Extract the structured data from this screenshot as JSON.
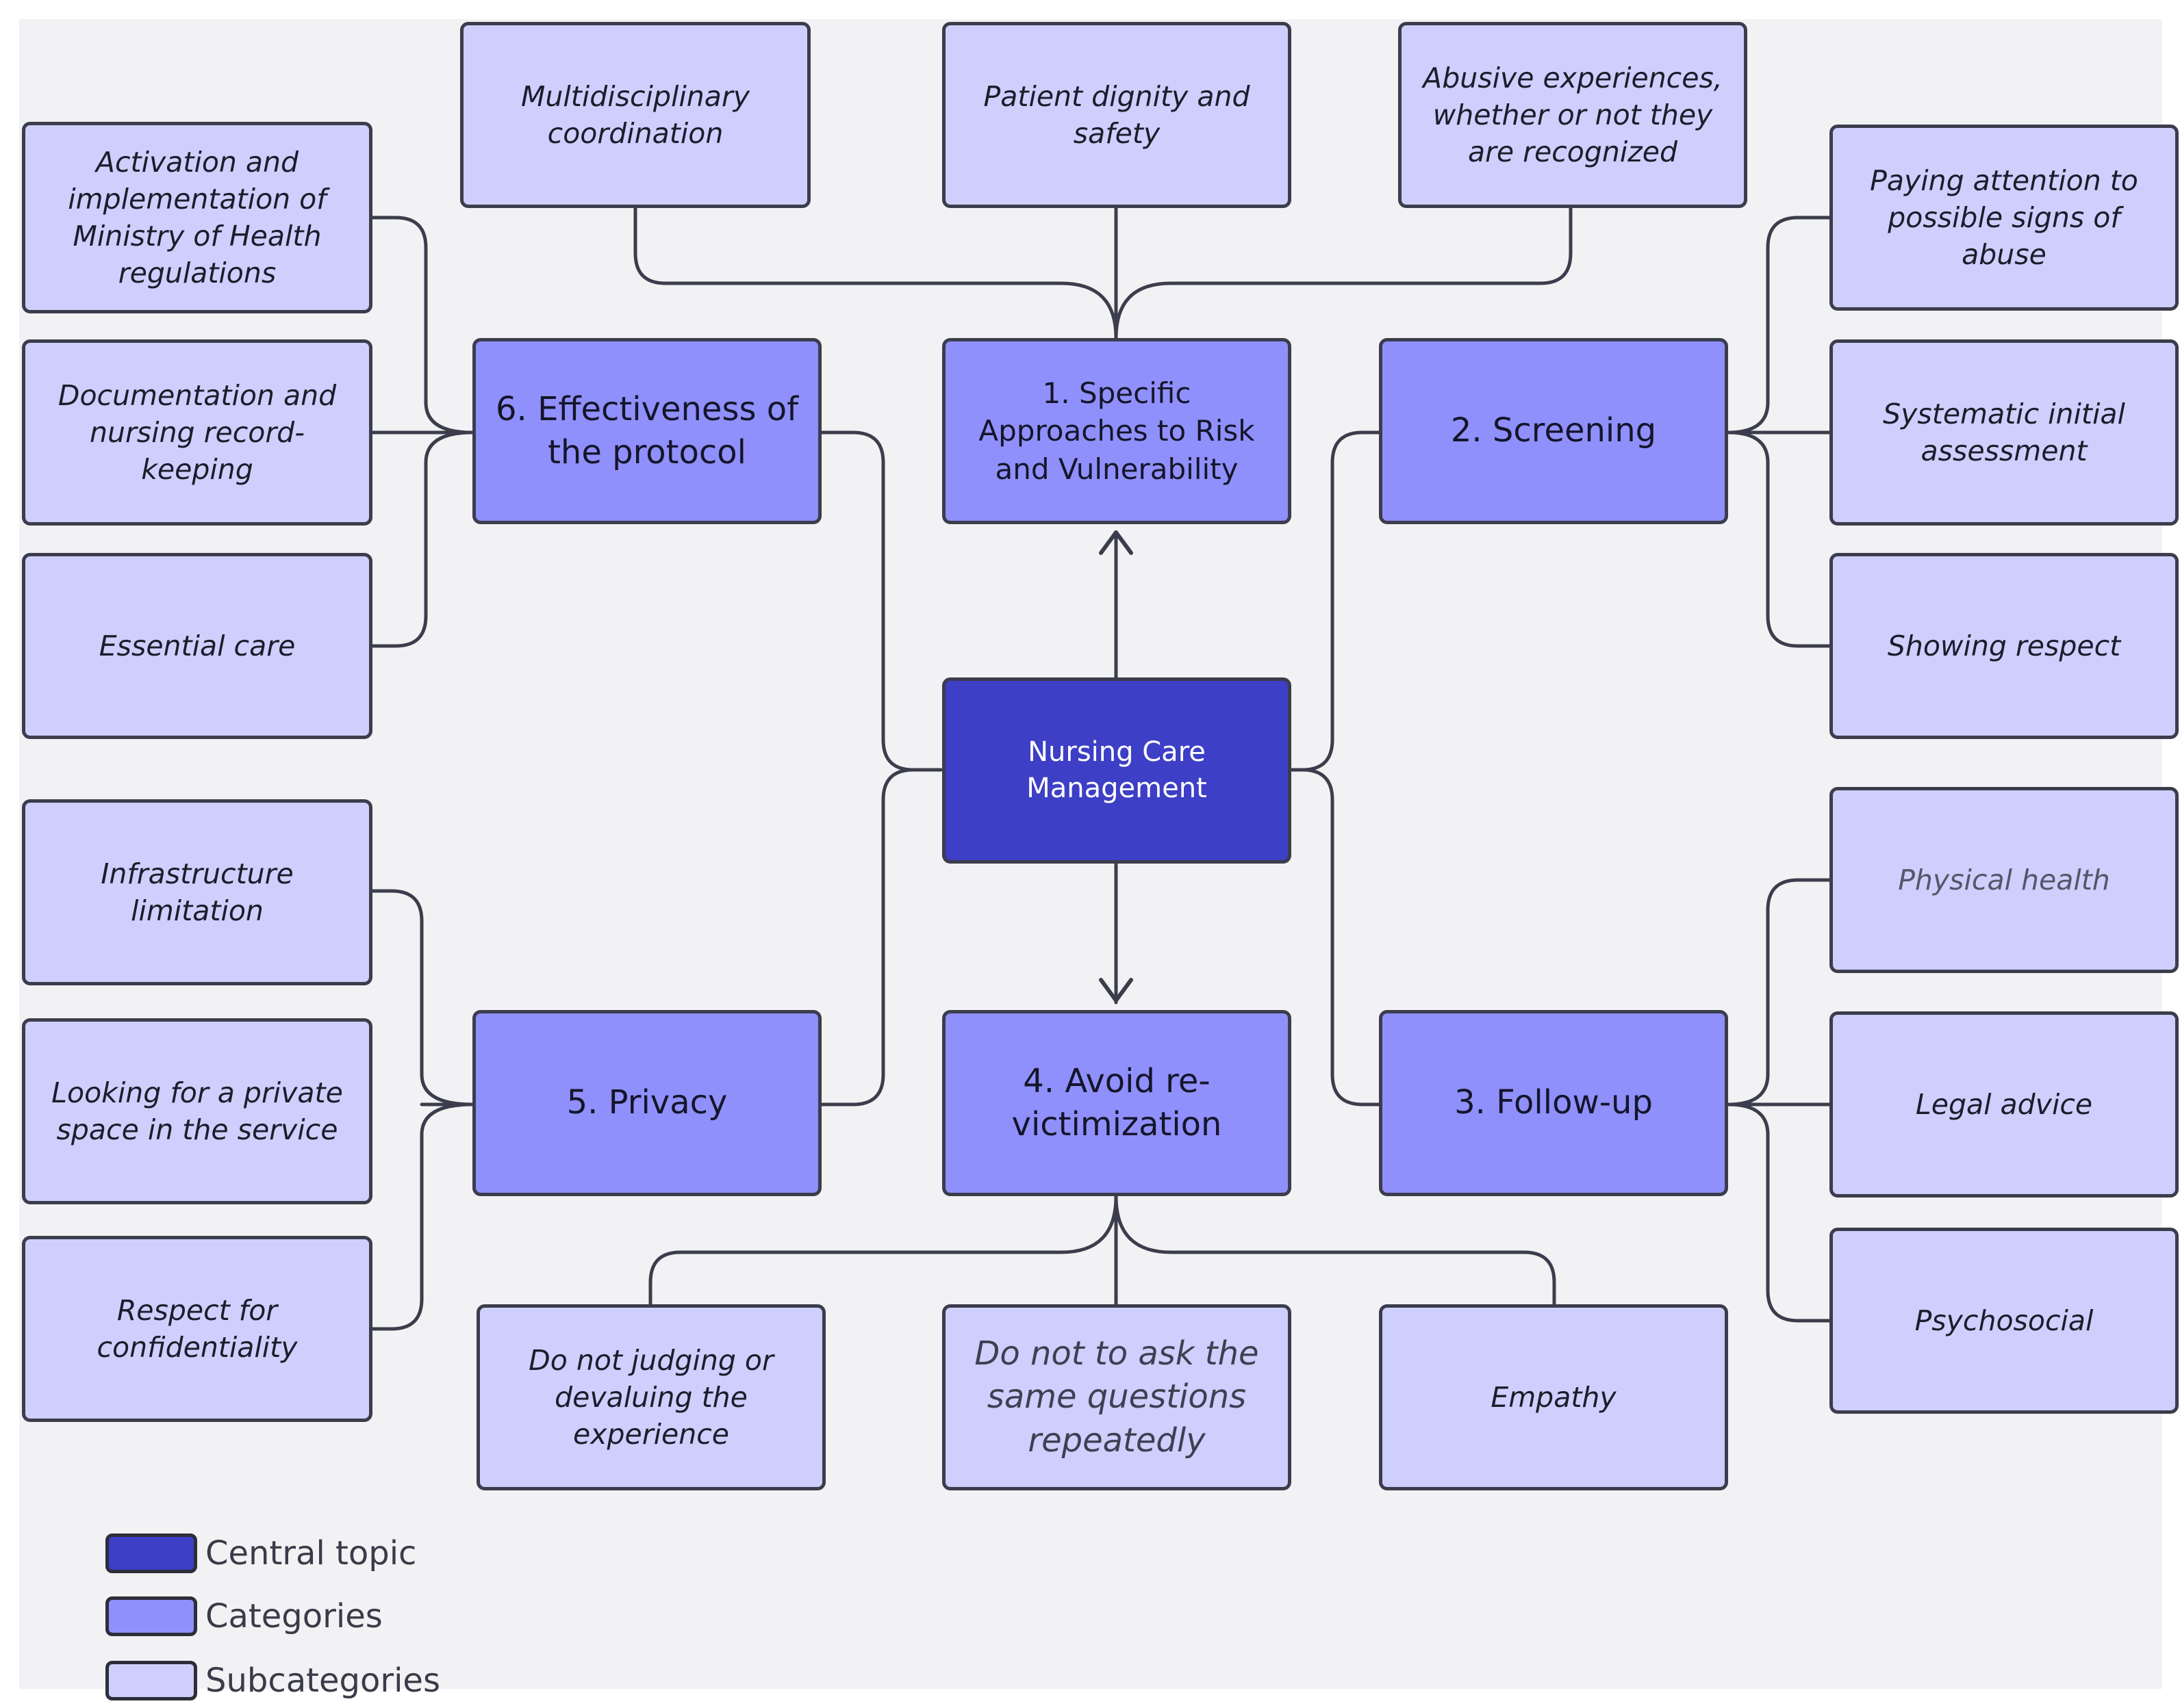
{
  "central": {
    "label": "Nursing Care Management",
    "color": "#3d3fc6"
  },
  "categories": [
    {
      "label": "1. Specific Approaches to Risk and Vulnerability"
    },
    {
      "label": "2. Screening"
    },
    {
      "label": "3. Follow-up"
    },
    {
      "label": "4. Avoid re-victimization"
    },
    {
      "label": "5. Privacy"
    },
    {
      "label": "6. Effectiveness of the protocol"
    }
  ],
  "subcategories": {
    "cat1": [
      "Multidisciplinary coordination",
      "Patient dignity and safety",
      "Abusive experiences, whether or not they are recognized"
    ],
    "cat2": [
      "Paying attention to possible signs of abuse",
      "Systematic initial assessment",
      "Showing respect"
    ],
    "cat3": [
      "Physical health",
      "Legal advice",
      "Psychosocial"
    ],
    "cat4": [
      "Do not judging or devaluing the experience",
      "Do not to ask the same questions repeatedly",
      "Empathy"
    ],
    "cat5": [
      "Infrastructure limitation",
      "Looking for a private space in the service",
      "Respect for confidentiality"
    ],
    "cat6": [
      "Activation and implementation of Ministry of Health regulations",
      "Documentation and nursing record-keeping",
      "Essential care"
    ]
  },
  "legend": [
    {
      "label": "Central topic",
      "color": "#3d3fc6"
    },
    {
      "label": "Categories",
      "color": "#9090fc"
    },
    {
      "label": "Subcategories",
      "color": "#cfcffd"
    }
  ],
  "colors": {
    "line": "#3c3d4c",
    "border": "#3c3d4c",
    "background": "#f2f2f4"
  }
}
